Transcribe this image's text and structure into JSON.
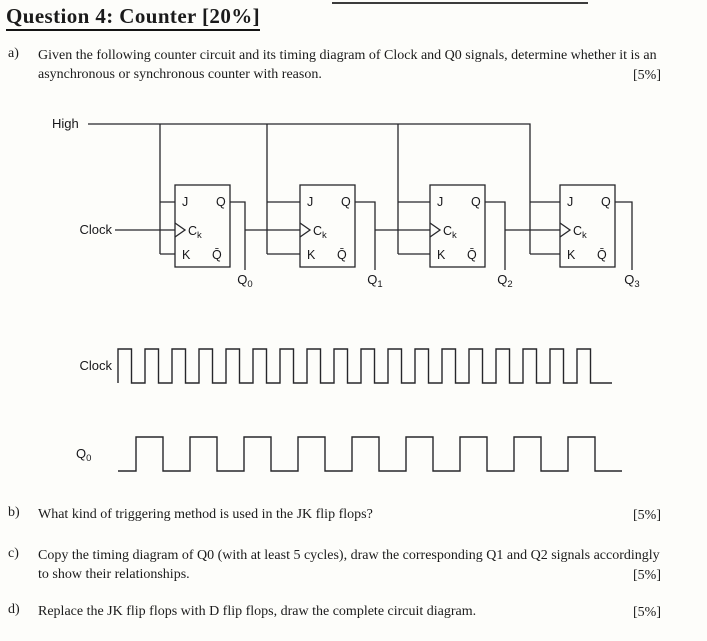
{
  "page": {
    "title": "Question 4: Counter [20%]"
  },
  "parts": {
    "a": {
      "label": "a)",
      "text": "Given the following counter circuit and its timing diagram of Clock and Q0 signals, determine whether it is an asynchronous or synchronous counter with reason.",
      "marks": "[5%]"
    },
    "b": {
      "label": "b)",
      "text": "What kind of triggering method is used in the JK flip flops?",
      "marks": "[5%]"
    },
    "c": {
      "label": "c)",
      "text": "Copy the timing diagram of Q0 (with at least 5 cycles), draw the corresponding Q1 and Q2 signals accordingly to show their relationships.",
      "marks": "[5%]"
    },
    "d": {
      "label": "d)",
      "text": "Replace the JK flip flops with D flip flops, draw the complete circuit diagram.",
      "marks": "[5%]"
    }
  },
  "circuit": {
    "high_label": "High",
    "clock_label": "Clock",
    "flipflop": {
      "j": "J",
      "q": "Q",
      "ck_base": "C",
      "ck_sub": "k",
      "k": "K",
      "q_bar": "Q̄"
    },
    "outputs": [
      {
        "base": "Q",
        "sub": "0"
      },
      {
        "base": "Q",
        "sub": "1"
      },
      {
        "base": "Q",
        "sub": "2"
      },
      {
        "base": "Q",
        "sub": "3"
      }
    ]
  },
  "timing": {
    "clock": {
      "label": "Clock",
      "cycles": 18
    },
    "q0": {
      "label_base": "Q",
      "label_sub": "0",
      "cycles": 9
    }
  }
}
